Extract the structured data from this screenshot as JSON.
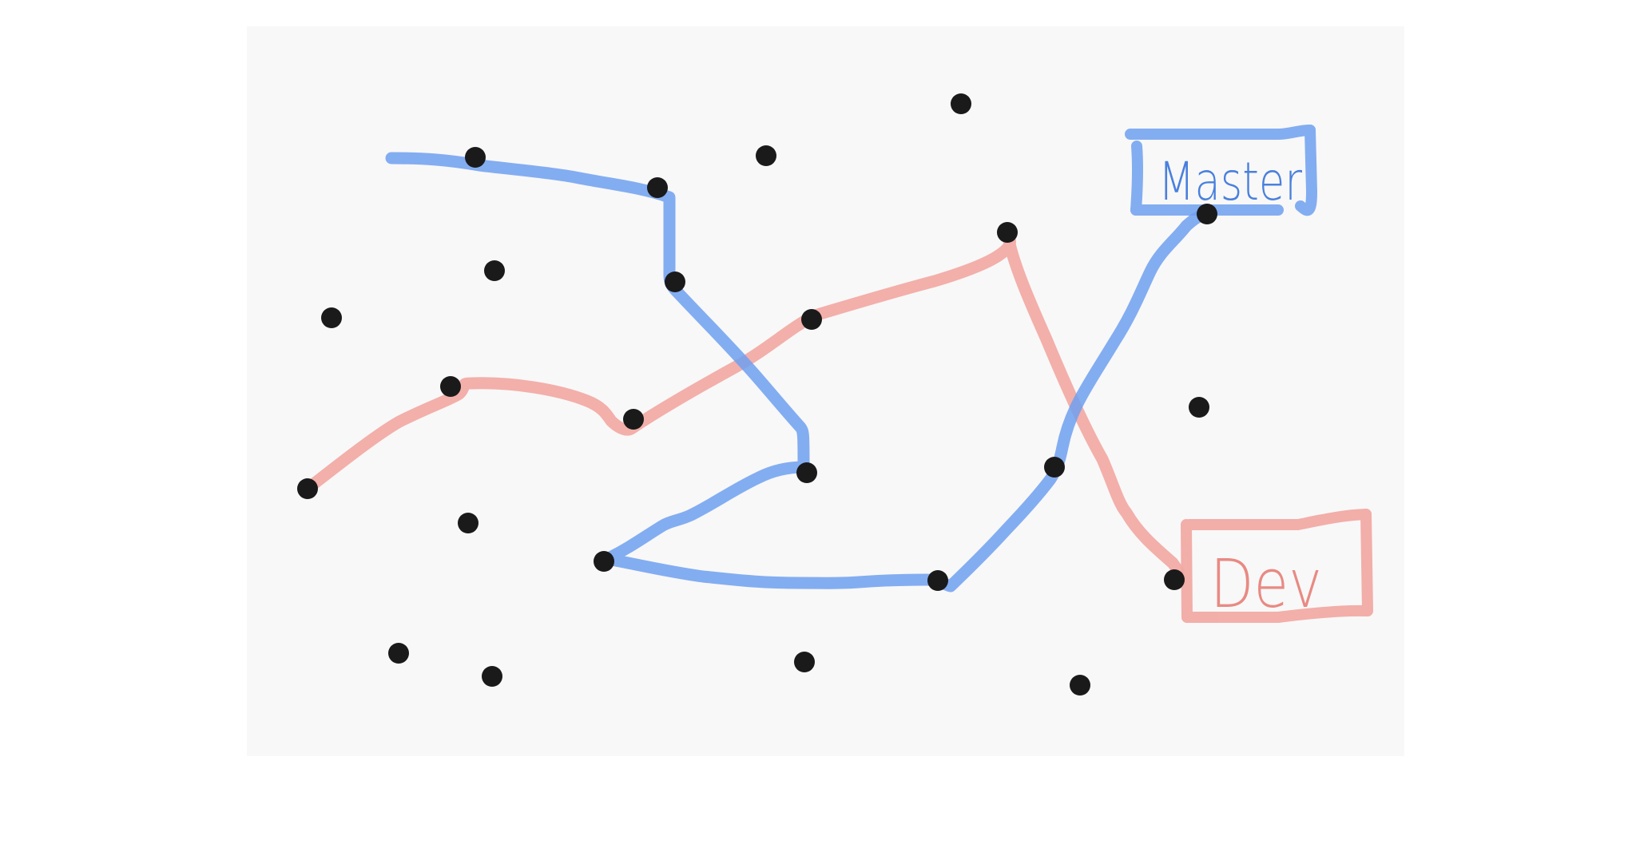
{
  "labels": {
    "master": "Master",
    "dev": "Dev"
  },
  "colors": {
    "background": "#ffffff",
    "panel": "#f8f8f8",
    "dot": "#1a1a1a",
    "master_stroke": "#6fa0f0",
    "dev_stroke": "#f2a8a3",
    "master_text": "#4a80dd",
    "dev_text": "#e88a83"
  },
  "paths": [
    {
      "id": "master-path",
      "color_key": "master_stroke"
    },
    {
      "id": "dev-path",
      "color_key": "dev_stroke"
    }
  ]
}
